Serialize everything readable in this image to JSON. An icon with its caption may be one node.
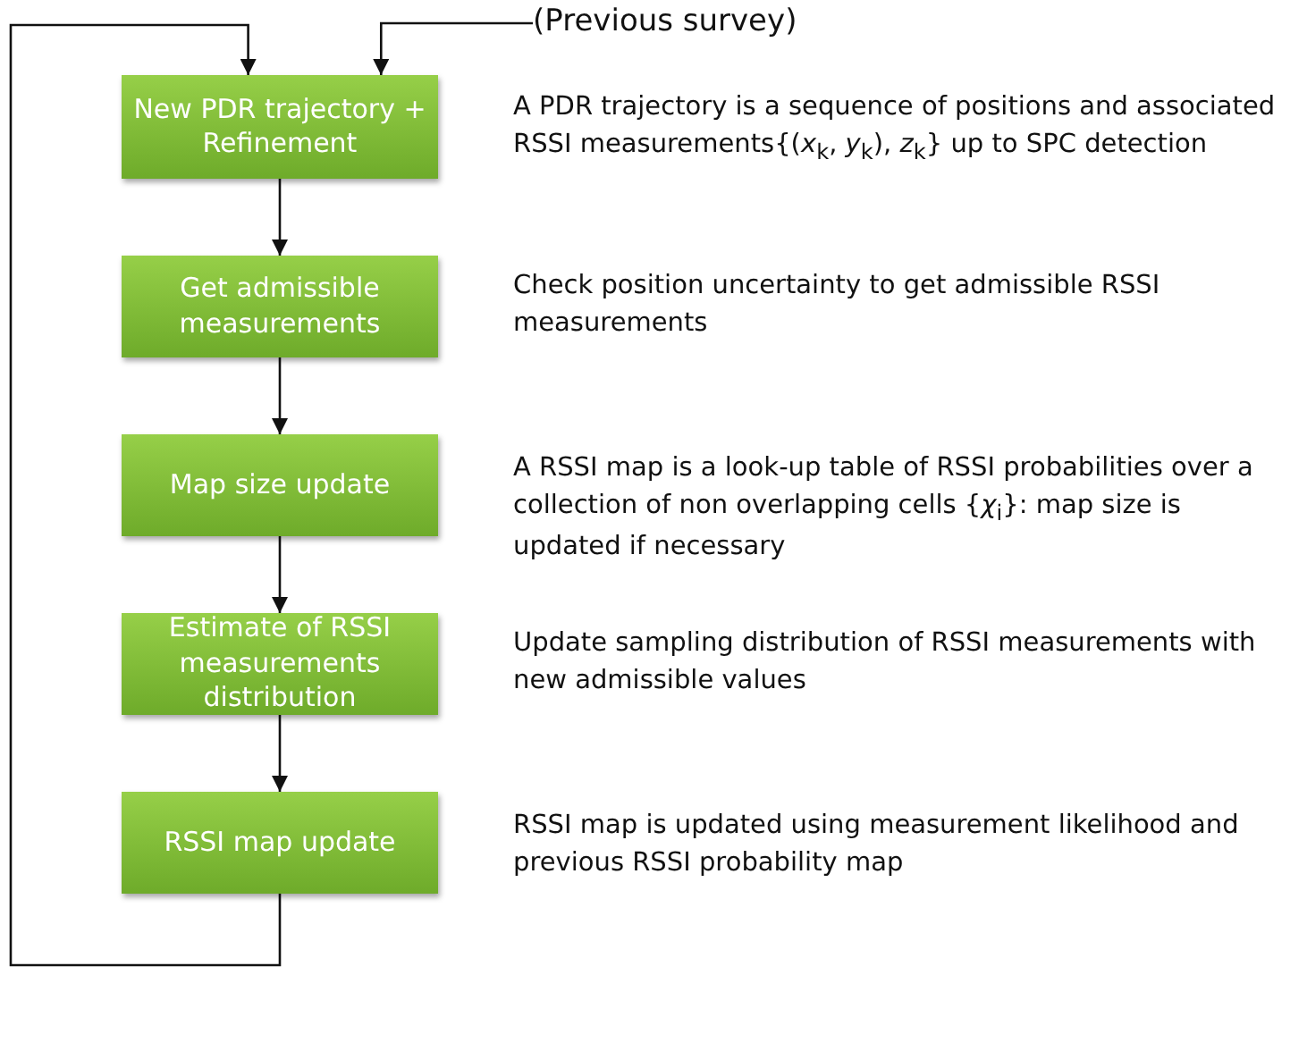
{
  "diagram": {
    "nodes": [
      {
        "text": [
          "New PDR trajectory + Refinement"
        ],
        "beside": [
          "A PDR trajectory is a sequence of positions and associated RSSI measurements{(*x*$_{k}$, *y*$_{k}$), *z*$_{k}$} up to SPC detection"
        ]
      },
      {
        "text": [
          "Get admissible measurements"
        ],
        "beside": [
          "Check position uncertainty to get admissible RSSI measurements"
        ]
      },
      {
        "text": [
          "Map size update"
        ],
        "beside": [
          "A RSSI map is a look-up table of RSSI probabilities over a collection of non overlapping cells {*χ*$_{i}$}: map size is updated if necessary"
        ]
      },
      {
        "text": [
          "Estimate of RSSI measurements distribution"
        ],
        "beside": [
          "Update sampling distribution of RSSI measurements with new admissible values"
        ]
      },
      {
        "text": [
          "RSSI map update"
        ],
        "beside": [
          "RSSI map is updated using measurement likelihood and previous RSSI probability map"
        ]
      },
      {
        "text": [
          "(Previous survey)"
        ]
      }
    ],
    "edges": [
      {
        "from": 0,
        "to": 1,
        "arrow": "to"
      },
      {
        "from": 1,
        "to": 2,
        "arrow": "to"
      },
      {
        "from": 2,
        "to": 3,
        "arrow": "to"
      },
      {
        "from": 3,
        "to": 4,
        "arrow": "to"
      },
      {
        "from": 4,
        "to": 0,
        "arrow": "to"
      },
      {
        "from": 5,
        "to": 0,
        "arrow": "to"
      }
    ]
  }
}
